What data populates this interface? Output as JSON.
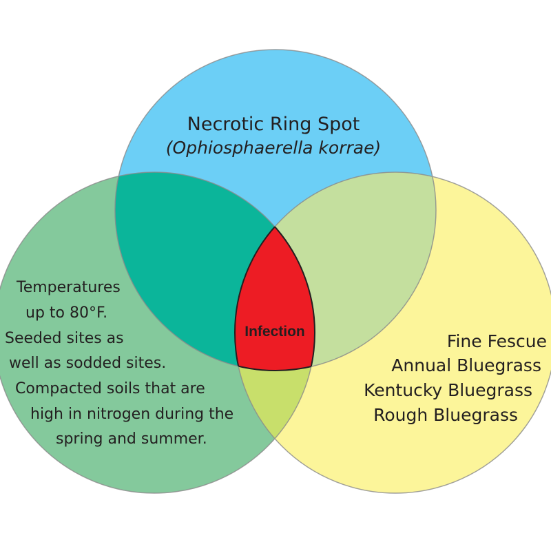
{
  "pathogen": {
    "name": "Necrotic Ring Spot",
    "scientific_name": "(Ophiosphaerella korrae)",
    "color": "#6ccff6"
  },
  "environment": {
    "lines": [
      "Temperatures",
      "up to 80°F.",
      "Seeded sites as",
      "well as sodded sites.",
      "Compacted soils that are",
      "high in nitrogen during the",
      "spring and summer."
    ],
    "color": "#84c99c"
  },
  "host": {
    "lines": [
      "Fine Fescue",
      "Annual Bluegrass",
      "Kentucky Bluegrass",
      "Rough Bluegrass"
    ],
    "color": "#fcf59a"
  },
  "center": {
    "label": "Infection",
    "color": "#ed1c24"
  },
  "overlap_colors": {
    "pathogen_environment": "#0bb59a",
    "pathogen_host": "#c4df9e",
    "environment_host": "#c8df6b"
  }
}
